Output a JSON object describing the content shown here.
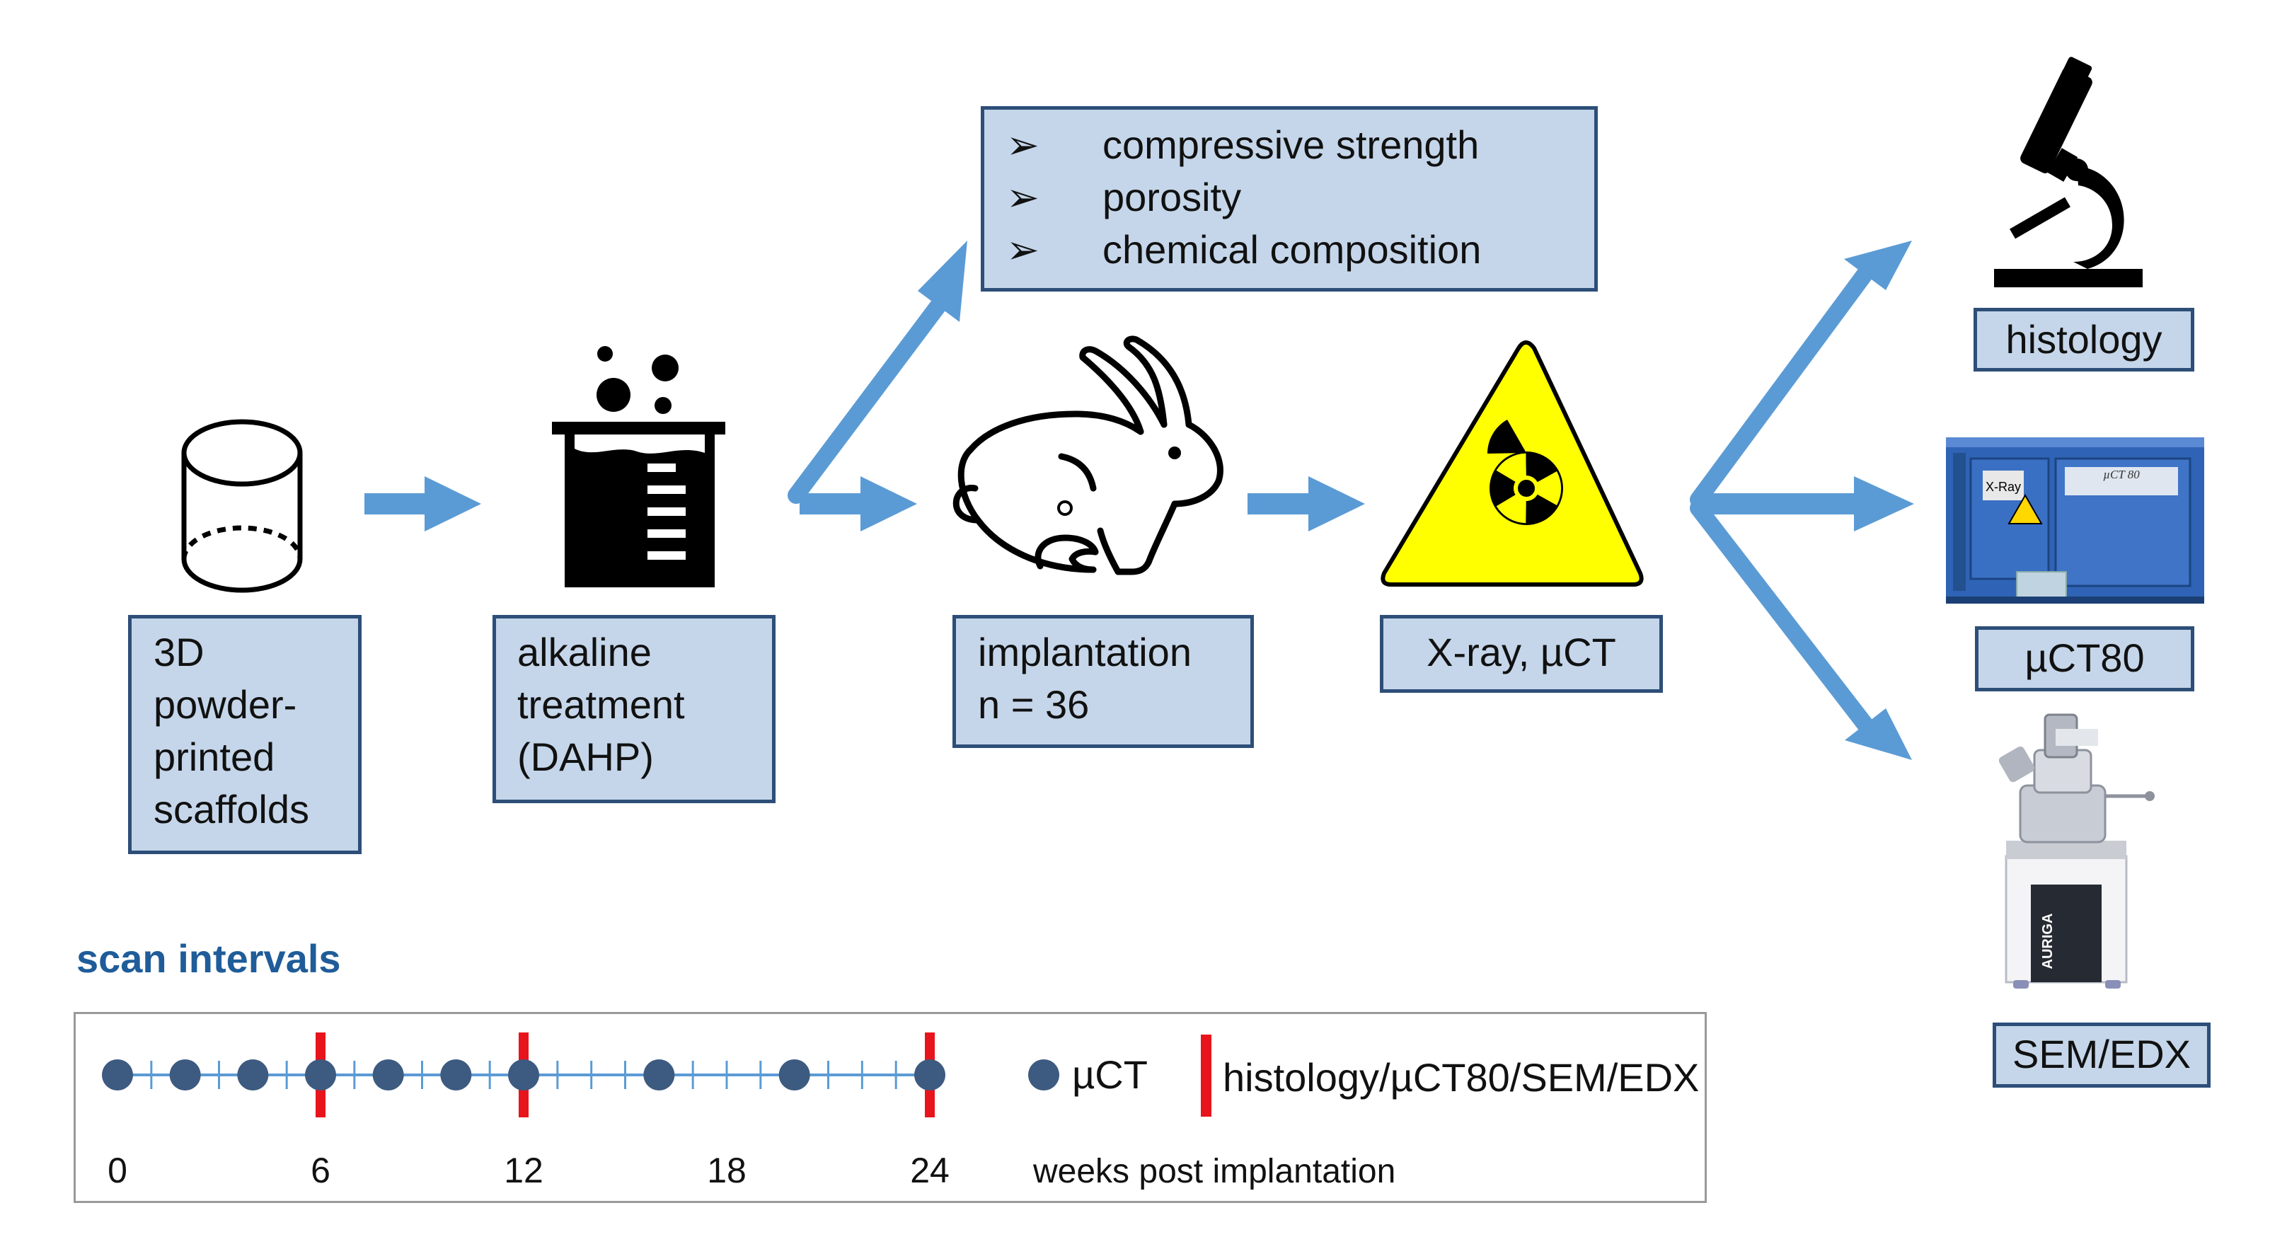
{
  "steps": {
    "scaffolds": {
      "lines": [
        "3D",
        "powder-",
        "printed",
        "scaffolds"
      ]
    },
    "alkaline": {
      "lines": [
        "alkaline",
        "treatment",
        "(DAHP)"
      ]
    },
    "implantation": {
      "lines": [
        "implantation",
        "n = 36"
      ]
    },
    "xray": {
      "label": "X-ray, µCT"
    }
  },
  "properties": {
    "items": [
      "compressive strength",
      "porosity",
      "chemical composition"
    ],
    "bullet_glyph": "➢"
  },
  "analyses": {
    "histology": "histology",
    "uct80": "µCT80",
    "semedx": "SEM/EDX"
  },
  "devices": {
    "xray_sticker": "X-Ray",
    "uct_logo": "µCT 80",
    "auriga": "AURIGA"
  },
  "scan_intervals": {
    "title": "scan intervals",
    "legend_uct": "µCT",
    "legend_histology": "histology/µCT80/SEM/EDX",
    "axis_caption": "weeks post implantation",
    "tick_labels": [
      "0",
      "6",
      "12",
      "18",
      "24"
    ],
    "uct_scan_weeks": [
      0,
      2,
      4,
      6,
      8,
      10,
      12,
      16,
      20,
      24
    ],
    "histology_weeks": [
      6,
      12,
      24
    ],
    "max_week": 24
  },
  "colors": {
    "box_fill": "#c5d6ea",
    "box_border": "#2d4e78",
    "arrow": "#5b9bd5",
    "title_blue": "#1f5c99",
    "dot": "#3d5a80",
    "red_bar": "#e8141c",
    "radiation_yellow": "#ffff00"
  },
  "icons": [
    "cylinder-icon",
    "beaker-icon",
    "rabbit-icon",
    "radiation-warning-icon",
    "microscope-icon",
    "microct-scanner-image",
    "sem-microscope-image"
  ]
}
